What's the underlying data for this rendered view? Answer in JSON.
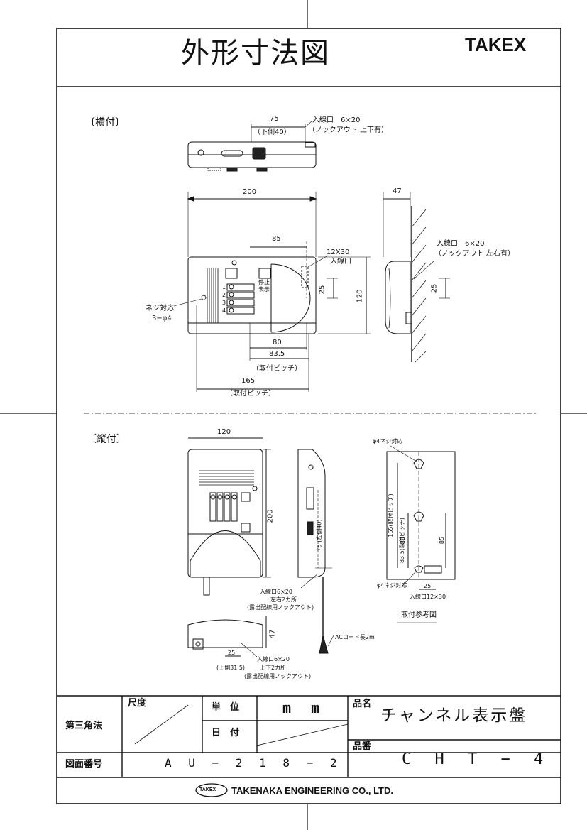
{
  "header": {
    "title": "外形寸法図",
    "brand": "TAKEX"
  },
  "horizontal_section": {
    "label": "〔横付〕",
    "top_dim_75": "75",
    "top_dim_lower": "（下側40）",
    "entry_note_1": "入線口　6×20",
    "entry_note_2": "（ノックアウト 上下有）",
    "dim_200": "200",
    "dim_85": "85",
    "dim_12x30": "12X30",
    "entry_label": "入線口",
    "dim_25": "25",
    "dim_120": "120",
    "screw_1": "ネジ対応",
    "screw_2": "3−φ4",
    "dim_80": "80",
    "dim_83_5": "83.5",
    "pitch_1": "（取付ピッチ）",
    "dim_165": "165",
    "pitch_2": "（取付ピッチ）",
    "side_dim_47": "47",
    "side_entry_1": "入線口　6×20",
    "side_entry_2": "（ノックアウト 左右有）",
    "side_dim_25": "25",
    "panel_label_top": "停止",
    "panel_label_bottom": "表示",
    "ch": [
      "1",
      "2",
      "3",
      "4"
    ]
  },
  "vertical_section": {
    "label": "〔縦付〕",
    "dim_120": "120",
    "dim_200": "200",
    "dim_75_left": "75 (左側40)",
    "entry_1": "入線口6×20",
    "entry_2": "左右2カ所",
    "entry_3": "(露出配線用ノックアウト)",
    "ac_cord": "ACコード長2m",
    "bottom_dim_47": "47",
    "bottom_dim_25": "25",
    "bottom_upper": "(上側31.5)",
    "bottom_entry_1": "入線口6×20",
    "bottom_entry_2": "上下2カ所",
    "bottom_entry_3": "(露出配線用ノックアウト)",
    "ref_screw_top": "φ4ネジ対応",
    "ref_165": "165(取付ピッチ)",
    "ref_83_5": "83.5(取付ピッチ)",
    "ref_80": "80",
    "ref_85": "85",
    "ref_screw_bottom": "φ4ネジ対応",
    "ref_25": "25",
    "ref_entry": "入線口12×30",
    "ref_caption": "取付参考図"
  },
  "title_block": {
    "projection": "第三角法",
    "scale_label": "尺度",
    "unit_label": "単　位",
    "unit_value": "m m",
    "date_label": "日　付",
    "product_name_label": "品名",
    "product_name": "チャンネル表示盤",
    "drawing_no_label": "図面番号",
    "drawing_no": "A U − 2 1 8 − 2",
    "part_no_label": "品番",
    "part_no": "C H T − 4",
    "company_logo": "TAKEX",
    "company": "TAKENAKA ENGINEERING CO., LTD."
  }
}
